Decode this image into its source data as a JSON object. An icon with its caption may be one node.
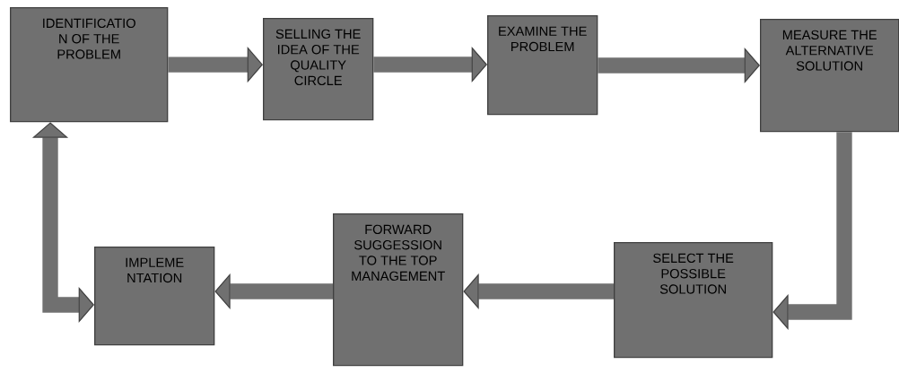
{
  "diagram": {
    "nodes": [
      {
        "text": [
          "IDENTIFICATIO N OF THE PROBLEM"
        ]
      },
      {
        "text": [
          "SELLING THE IDEA OF THE QUALITY CIRCLE"
        ]
      },
      {
        "text": [
          "EXAMINE THE PROBLEM"
        ]
      },
      {
        "text": [
          "MEASURE THE ALTERNATIVE SOLUTION"
        ]
      },
      {
        "text": [
          "SELECT THE POSSIBLE SOLUTION"
        ]
      },
      {
        "text": [
          "FORWARD SUGGESSION TO THE TOP MANAGEMENT"
        ]
      },
      {
        "text": [
          "IMPLEME NTATION"
        ]
      }
    ],
    "edges": [
      {
        "from": 0,
        "to": 1,
        "arrow": "to"
      },
      {
        "from": 1,
        "to": 2,
        "arrow": "to"
      },
      {
        "from": 2,
        "to": 3,
        "arrow": "to"
      },
      {
        "from": 3,
        "to": 4,
        "arrow": "to"
      },
      {
        "from": 4,
        "to": 5,
        "arrow": "to"
      },
      {
        "from": 5,
        "to": 6,
        "arrow": "to"
      },
      {
        "from": 6,
        "to": 0,
        "arrow": "both"
      }
    ]
  }
}
